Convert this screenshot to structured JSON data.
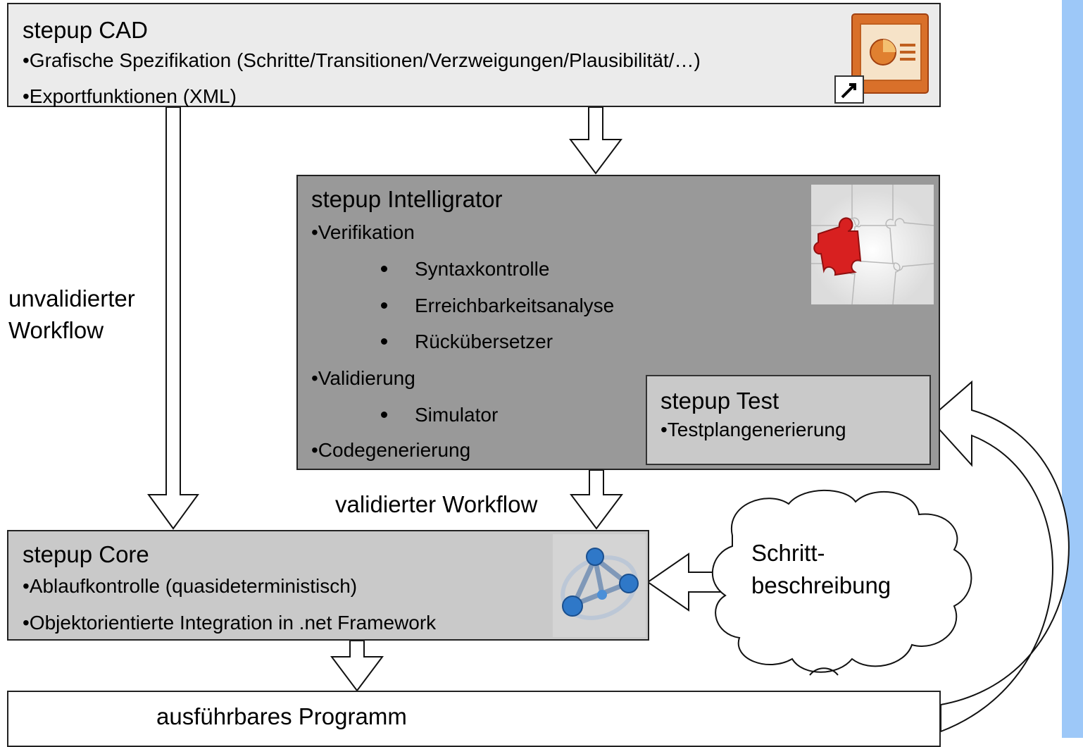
{
  "cad": {
    "title": "stepup CAD",
    "items": [
      "•Grafische Spezifikation (Schritte/Transitionen/Verzweigungen/Plausibilität/…)",
      "•Exportfunktionen (XML)"
    ],
    "icon": "presentation-shortcut-icon"
  },
  "intelligrator": {
    "title": "stepup Intelligrator",
    "verifikation": "•Verifikation",
    "verifikation_sub": [
      "Syntaxkontrolle",
      "Erreichbarkeitsanalyse",
      "Rückübersetzer"
    ],
    "validierung": "•Validierung",
    "validierung_sub": [
      "Simulator"
    ],
    "codegen": "•Codegenerierung",
    "icon": "puzzle-icon"
  },
  "test": {
    "title": "stepup Test",
    "item": "•Testplangenerierung"
  },
  "core": {
    "title": "stepup Core",
    "items": [
      "•Ablaufkontrolle (quasideterministisch)",
      "•Objektorientierte Integration in .net Framework"
    ],
    "icon": "network-molecule-icon"
  },
  "program": {
    "label": "ausführbares Programm"
  },
  "labels": {
    "unvalidated_line1": "unvalidierter",
    "unvalidated_line2": "Workflow",
    "validated": "validierter Workflow",
    "cloud_line1": "Schritt-",
    "cloud_line2": "beschreibung"
  },
  "colors": {
    "cad_bg": "#ebebeb",
    "intelligrator_bg": "#999999",
    "core_bg": "#c9c9c9",
    "test_bg": "#c9c9c9",
    "sidebar": "#9dc8f8",
    "puzzle_red": "#d92020"
  }
}
